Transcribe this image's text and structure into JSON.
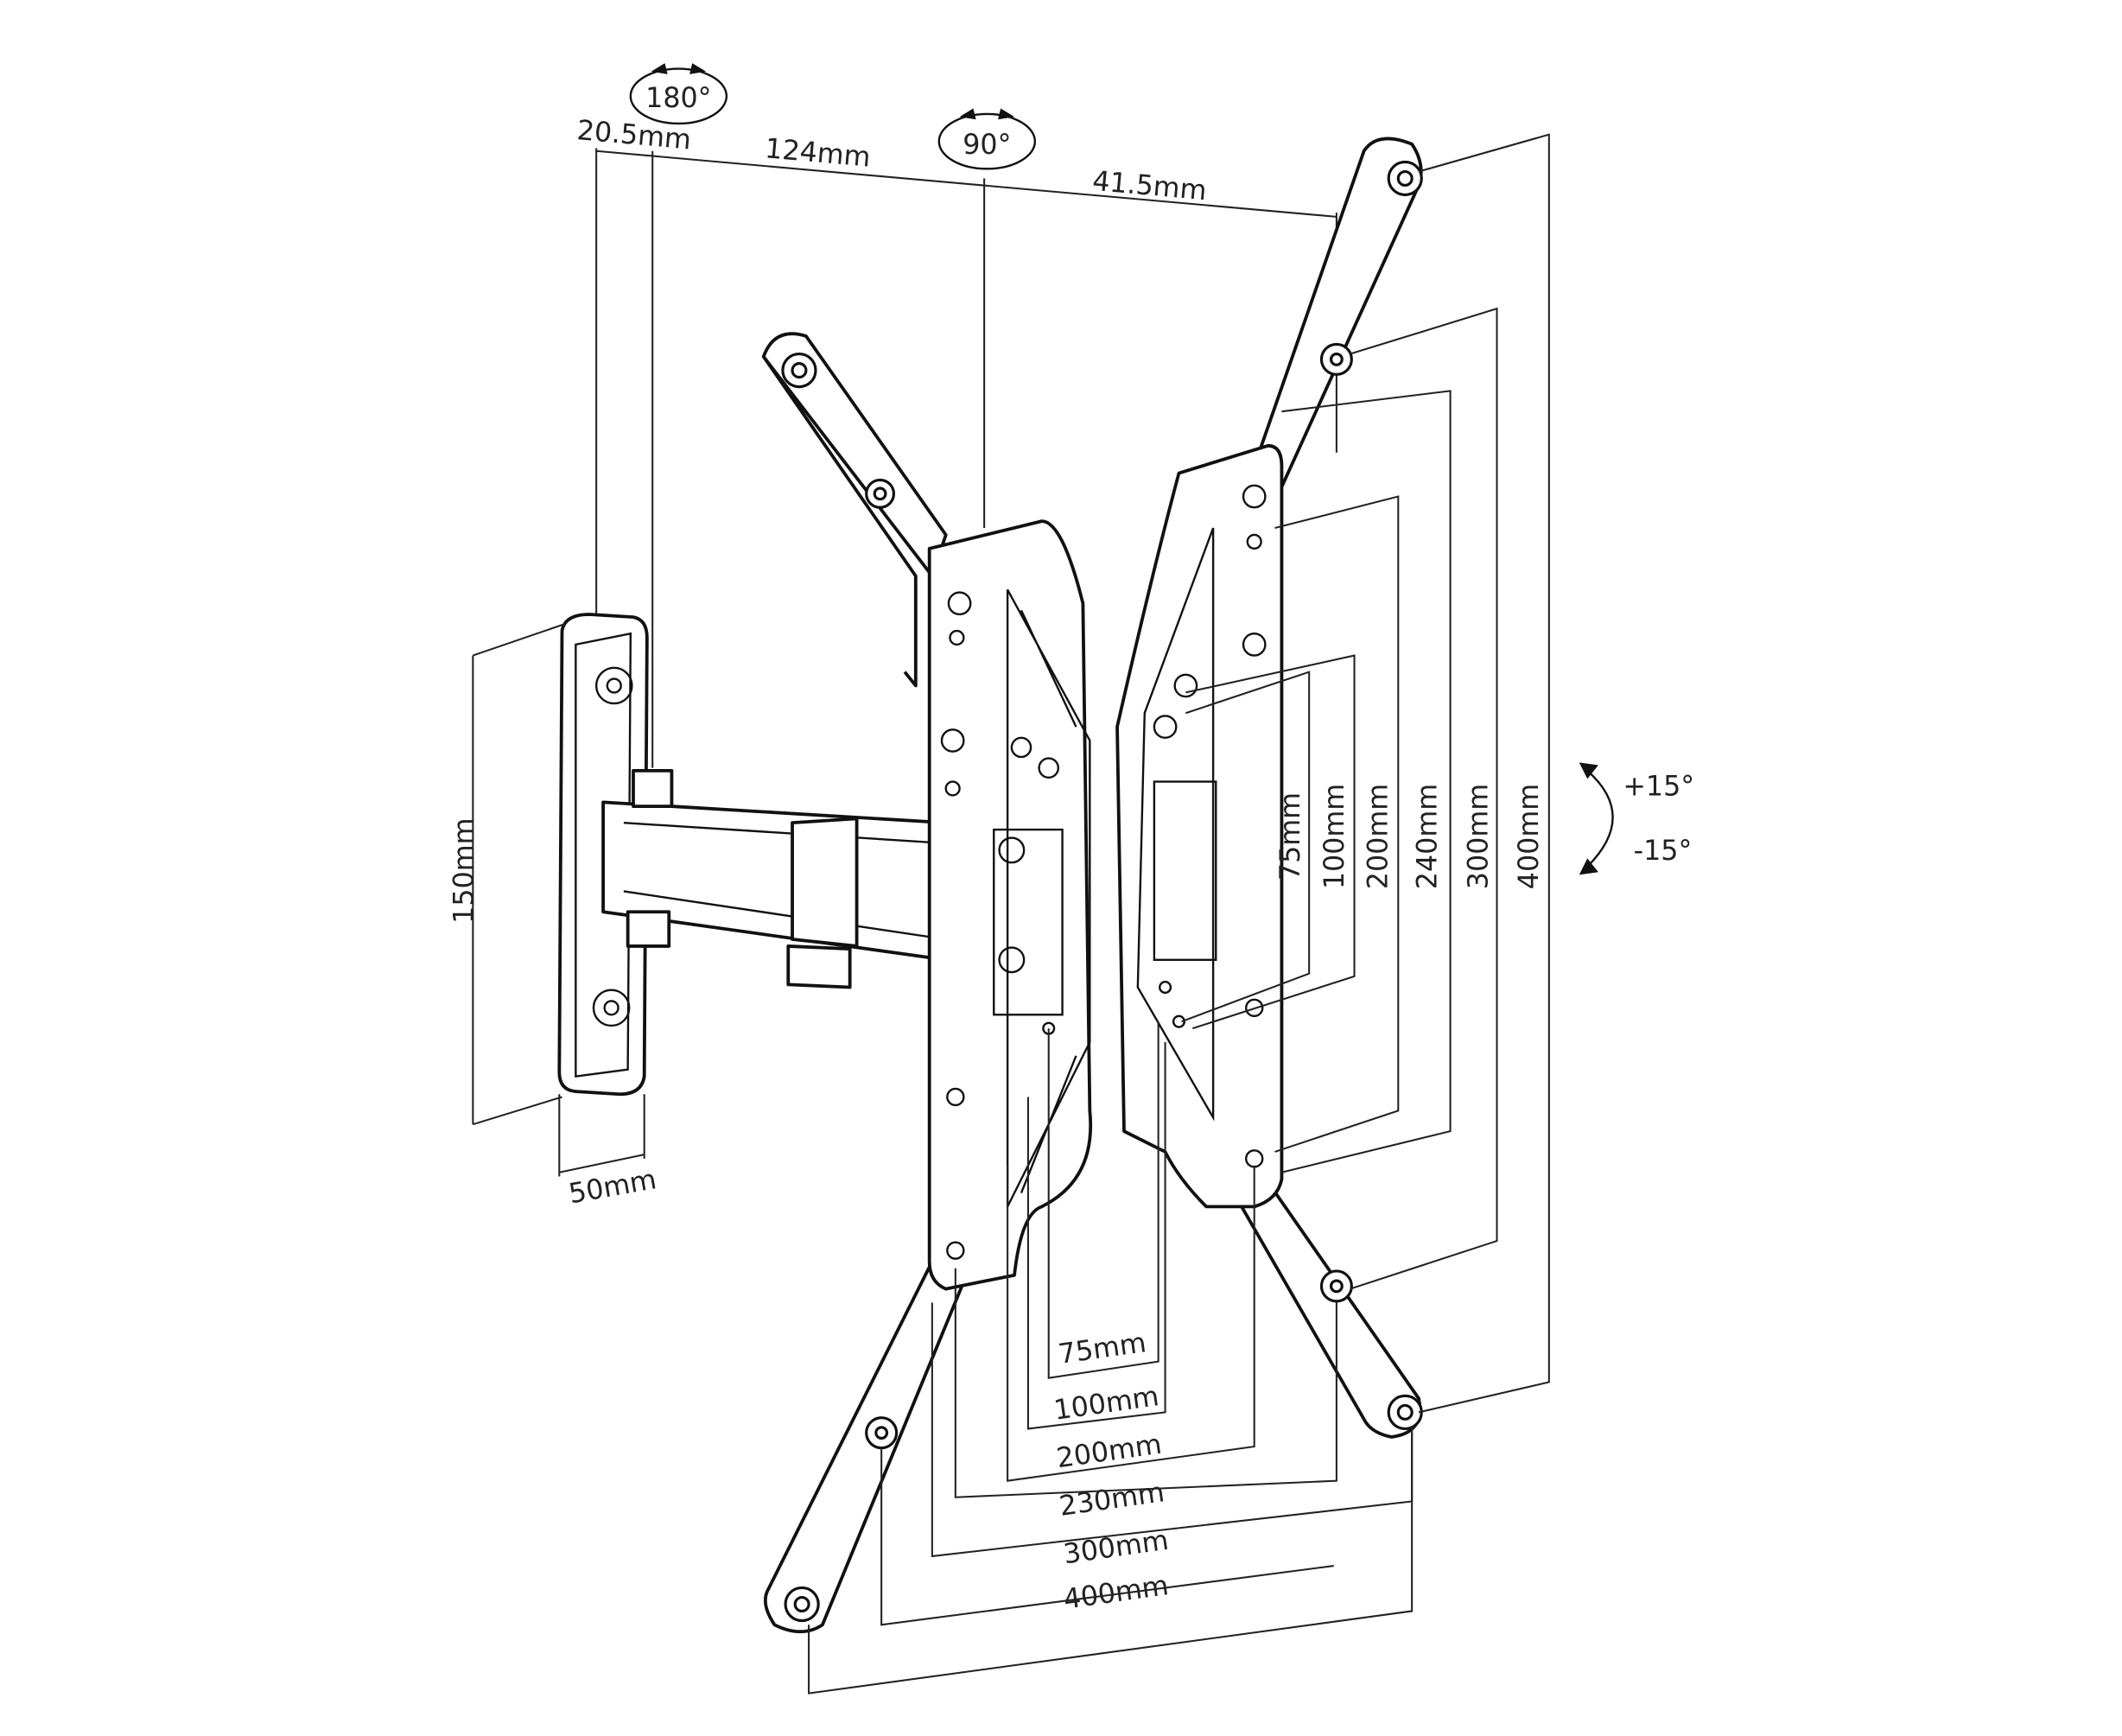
{
  "rotation": {
    "swivel_wall": "180°",
    "swivel_plate": "90°",
    "tilt_up": "+15°",
    "tilt_down": "-15°"
  },
  "top_dimensions": [
    "20.5mm",
    "124mm",
    "41.5mm"
  ],
  "wall_plate": {
    "height": "150mm",
    "width": "50mm"
  },
  "vertical_vesa": [
    "75mm",
    "100mm",
    "200mm",
    "240mm",
    "300mm",
    "400mm"
  ],
  "horizontal_vesa": [
    "75mm",
    "100mm",
    "200mm",
    "230mm",
    "300mm",
    "400mm"
  ],
  "colors": {
    "line": "#111111",
    "background": "#ffffff"
  }
}
